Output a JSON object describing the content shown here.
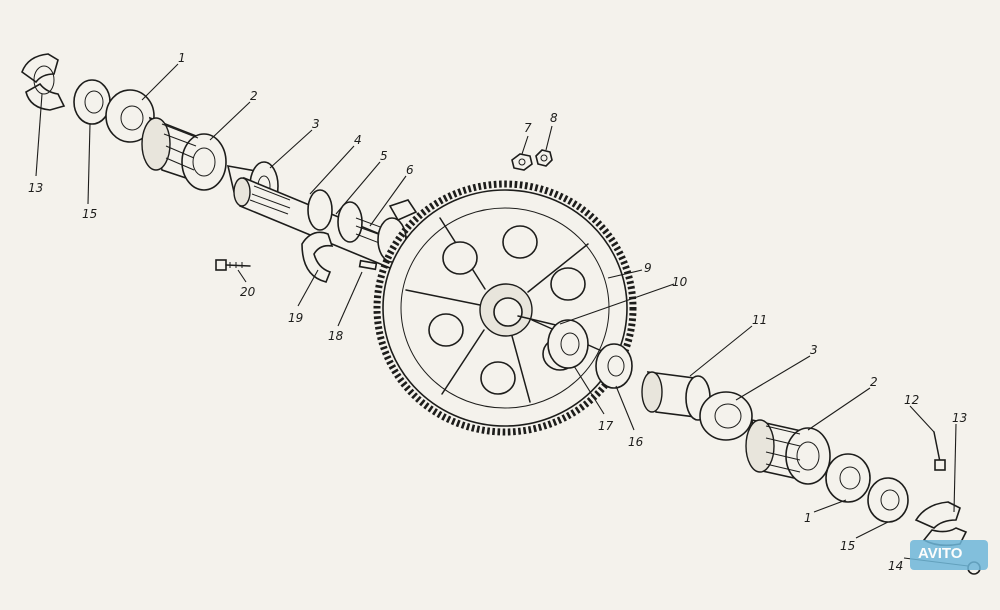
{
  "diagram": {
    "callouts": [
      {
        "id": "c1a",
        "label": "1"
      },
      {
        "id": "c2a",
        "label": "2"
      },
      {
        "id": "c3a",
        "label": "3"
      },
      {
        "id": "c4",
        "label": "4"
      },
      {
        "id": "c5",
        "label": "5"
      },
      {
        "id": "c6",
        "label": "6"
      },
      {
        "id": "c7",
        "label": "7"
      },
      {
        "id": "c8",
        "label": "8"
      },
      {
        "id": "c9",
        "label": "9"
      },
      {
        "id": "c10",
        "label": "10"
      },
      {
        "id": "c11",
        "label": "11"
      },
      {
        "id": "c3b",
        "label": "3"
      },
      {
        "id": "c2b",
        "label": "2"
      },
      {
        "id": "c12",
        "label": "12"
      },
      {
        "id": "c13b",
        "label": "13"
      },
      {
        "id": "c1b",
        "label": "1"
      },
      {
        "id": "c15b",
        "label": "15"
      },
      {
        "id": "c14",
        "label": "14"
      },
      {
        "id": "c13a",
        "label": "13"
      },
      {
        "id": "c15a",
        "label": "15"
      },
      {
        "id": "c20",
        "label": "20"
      },
      {
        "id": "c19",
        "label": "19"
      },
      {
        "id": "c18",
        "label": "18"
      },
      {
        "id": "c17",
        "label": "17"
      },
      {
        "id": "c16",
        "label": "16"
      }
    ]
  },
  "watermark": {
    "text": "AVITO"
  }
}
